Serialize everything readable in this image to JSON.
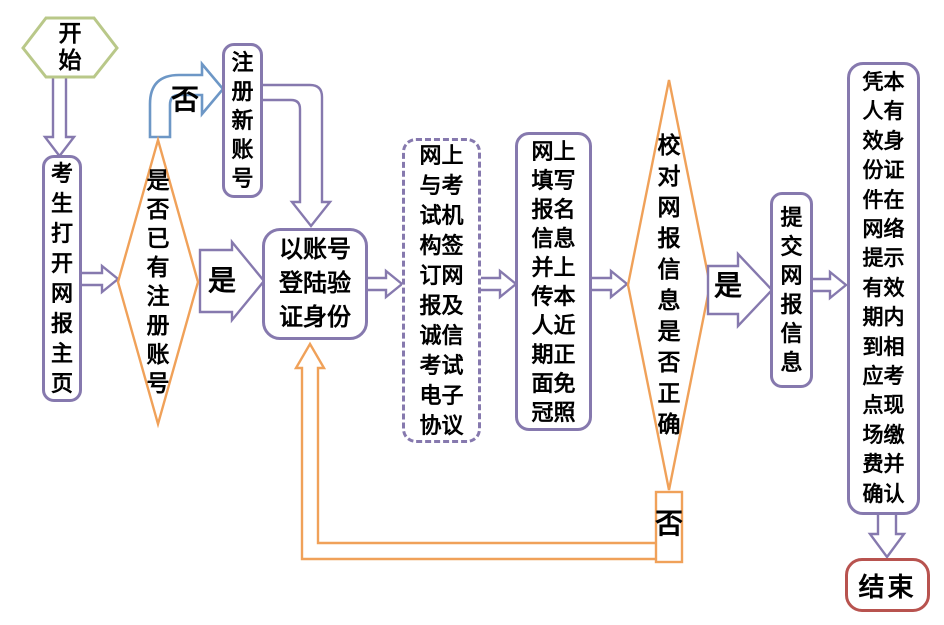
{
  "diagram": {
    "type": "flowchart",
    "nodes": {
      "start": "开始",
      "open_homepage": "考生打开网报主页",
      "has_account_decision": "是否已有注册账号",
      "register_new_account": "注册新账号",
      "login_verify_identity": "以账号登陆验证身份",
      "sign_online_agreement": "网上与考试机构签订网报及诚信考试电子协议",
      "fill_info_upload_photo": "网上填写报名信息并上传本人近期正面免冠照",
      "verify_info_decision": "校对网报信息是否正确",
      "submit_info": "提交网报信息",
      "onsite_pay_confirm": "凭本人有效身份证件在网络提示有效期内到相应考点现场缴费并确认",
      "end": "结束"
    },
    "edge_labels": {
      "no_register": "否",
      "yes_login": "是",
      "yes_submit": "是",
      "no_recheck": "否"
    },
    "colors": {
      "node_border": "#8679ae",
      "decision_border": "#f0a159",
      "loop_border": "#f0a159",
      "start_border": "#b9c889",
      "end_border": "#b8534f",
      "no_branch_arrow": "#6d97c6",
      "text": "#000000"
    }
  }
}
